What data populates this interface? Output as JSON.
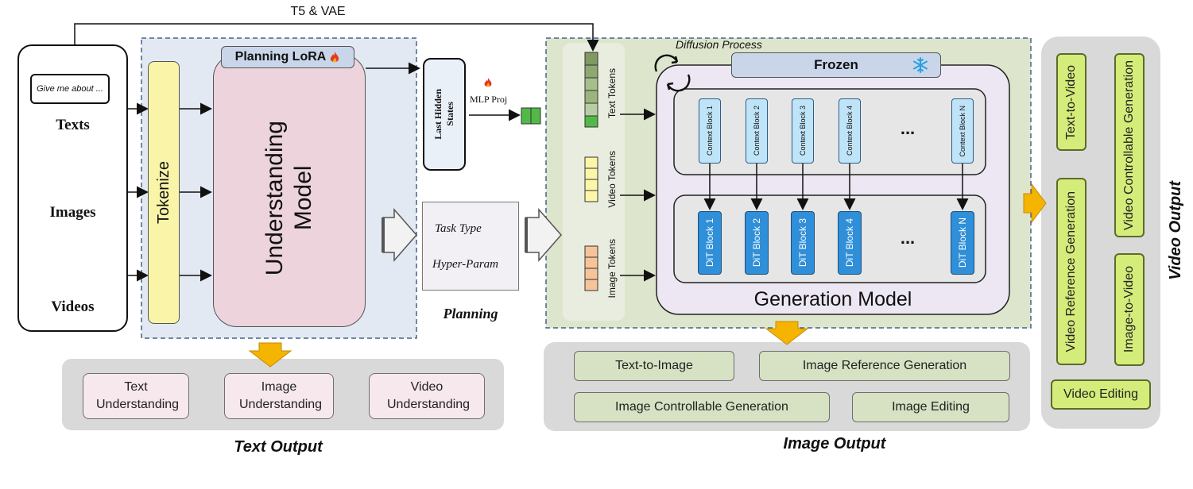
{
  "top_label": "T5 & VAE",
  "inputs": {
    "text_sample": "Give me about ...",
    "texts": "Texts",
    "images": "Images",
    "videos": "Videos"
  },
  "understanding": {
    "tokenize": "Tokenize",
    "lora": "Planning LoRA",
    "model_line1": "Understanding",
    "model_line2": "Model"
  },
  "planning": {
    "last_hidden_states_line1": "Last Hidden",
    "last_hidden_states_line2": "States",
    "mlp_proj": "MLP Proj",
    "task_type": "Task Type",
    "hyper_param": "Hyper-Param",
    "label": "Planning"
  },
  "tokens": {
    "text": "Text Tokens",
    "video": "Video Tokens",
    "image": "Image Tokens"
  },
  "generation": {
    "diffusion": "Diffusion Process",
    "frozen": "Frozen",
    "context_blocks": [
      "Context Block 1",
      "Context Block 2",
      "Context Block 3",
      "Context Block 4",
      "Context Block N"
    ],
    "dit_blocks": [
      "DiT Block 1",
      "DiT Block 2",
      "DiT Block 3",
      "DiT Block 4",
      "DiT Block N"
    ],
    "ellipsis": "...",
    "model": "Generation Model"
  },
  "text_output": {
    "items": [
      "Text Understanding",
      "Image Understanding",
      "Video Understanding"
    ],
    "label": "Text Output"
  },
  "image_output": {
    "items": [
      "Text-to-Image",
      "Image Reference Generation",
      "Image Controllable Generation",
      "Image Editing"
    ],
    "label": "Image Output"
  },
  "video_output": {
    "items": [
      "Text-to-Video",
      "Video Controllable Generation",
      "Video Reference Generation",
      "Image-to-Video",
      "Video Editing"
    ],
    "label": "Video Output"
  },
  "colors": {
    "understanding_bg": "#e3e9f2",
    "generation_bg": "#dde5cc",
    "model_pink": "#ecd3dc",
    "lora_blue": "#c9d6ea",
    "tokenize_yellow": "#faf4a8",
    "dit_blue": "#2f8fd8",
    "context_light_blue": "#bfe3f7",
    "lime": "#d4ec7a",
    "orange_arrow": "#f5b400"
  },
  "icons": [
    "fire-icon",
    "snowflake-icon",
    "cycle-icon",
    "dog-photo",
    "sunset-photo"
  ]
}
